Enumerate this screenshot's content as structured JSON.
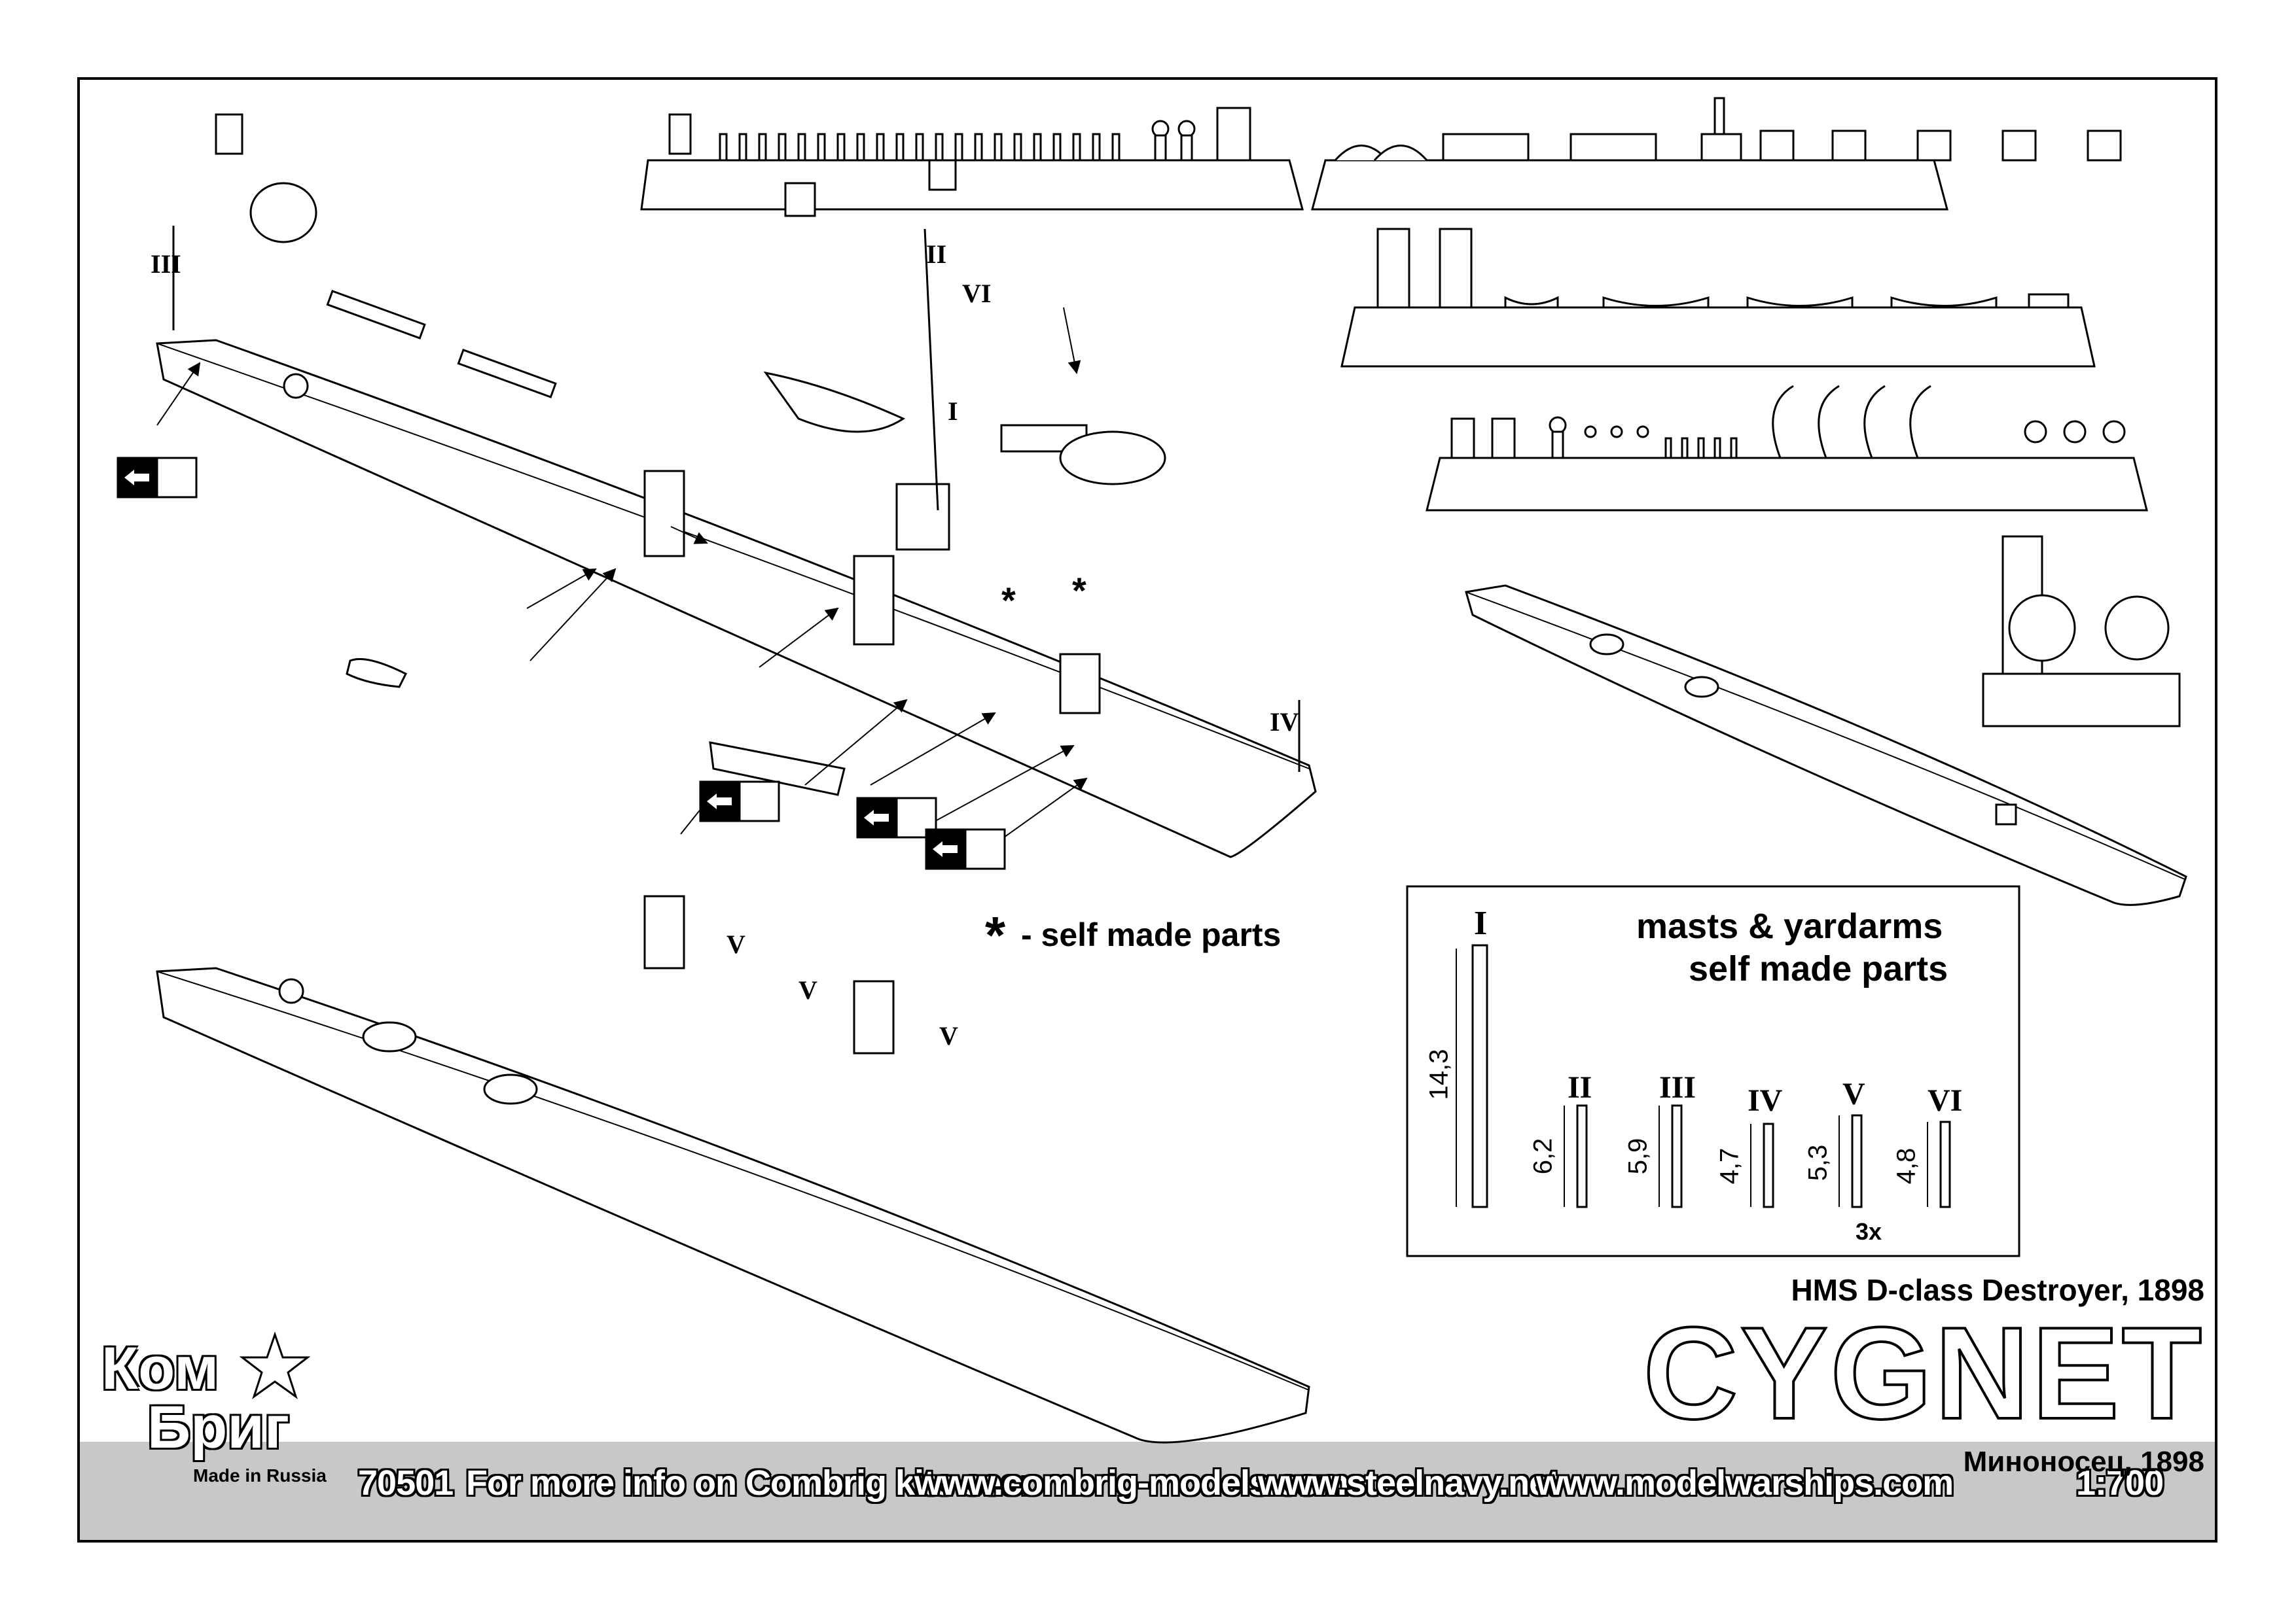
{
  "title": {
    "subtitle_en": "HMS D-class Destroyer, 1898",
    "name": "CYGNET",
    "subtitle_ru": "Миноносец, 1898"
  },
  "legend": {
    "star": "*",
    "text": "- self made parts"
  },
  "masts_box": {
    "heading_line1": "masts & yardarms",
    "heading_line2": "self made parts",
    "items": [
      {
        "label": "I",
        "value": "14,3"
      },
      {
        "label": "II",
        "value": "6,2"
      },
      {
        "label": "III",
        "value": "5,9"
      },
      {
        "label": "IV",
        "value": "4,7"
      },
      {
        "label": "V",
        "value": "5,3",
        "note": "3x"
      },
      {
        "label": "VI",
        "value": "4,8"
      }
    ]
  },
  "callouts": {
    "III": "III",
    "II": "II",
    "VI": "VI",
    "I": "I",
    "IV": "IV",
    "V1": "V",
    "V2": "V",
    "V3": "V",
    "star1": "*",
    "star2": "*"
  },
  "footer": {
    "code": "70501",
    "info": "For more info on Combrig kits see:",
    "site1": "www.combrig-models.com",
    "site2": "www.steelnavy.net",
    "site3": "www.modelwarships.com",
    "scale": "1:700"
  },
  "logo": {
    "line1": "Ком",
    "line2": "Бриг",
    "made": "Made in Russia"
  }
}
